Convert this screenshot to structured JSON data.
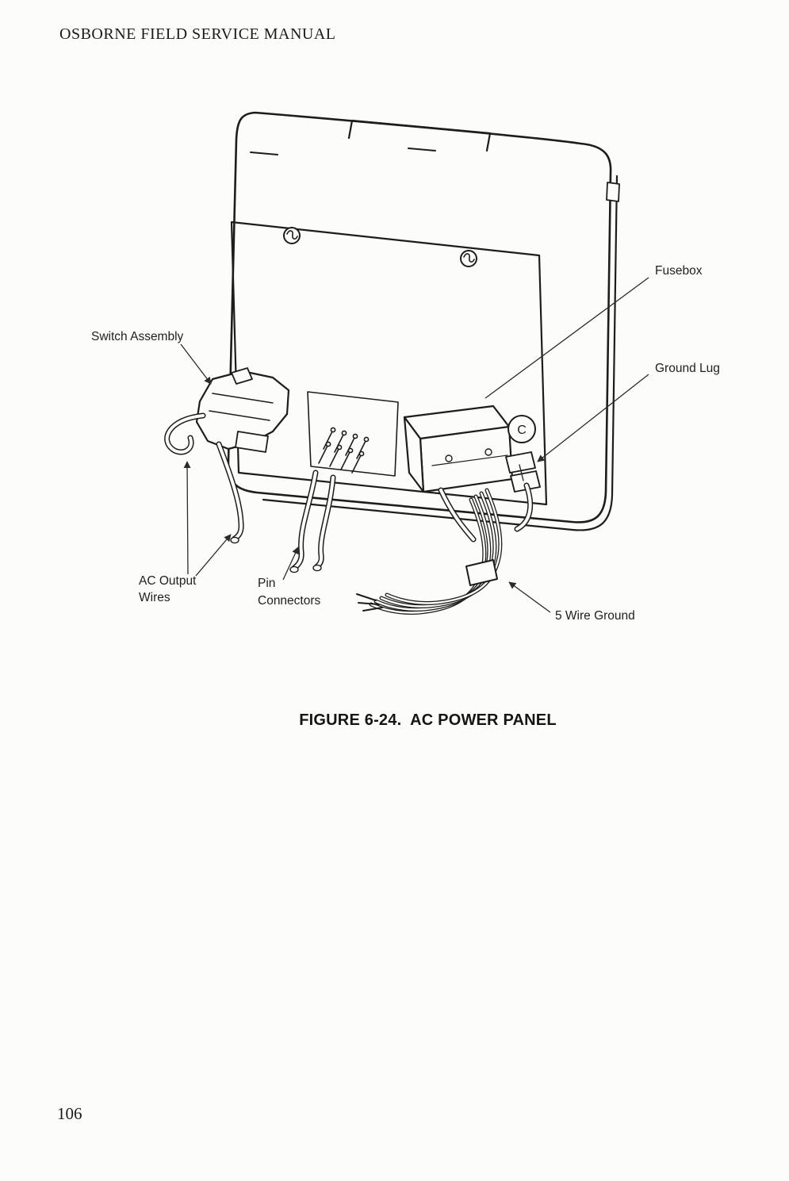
{
  "page": {
    "header_title": "OSBORNE FIELD SERVICE MANUAL",
    "page_number": "106",
    "paper_color": "#fcfcfa",
    "ink_color": "#1d1d1b"
  },
  "figure": {
    "caption": "FIGURE 6-24.  AC POWER PANEL",
    "panel_marking": "C",
    "labels": {
      "fusebox": "Fusebox",
      "switch_assembly": "Switch Assembly",
      "ground_lug": "Ground Lug",
      "ac_output_line1": "AC Output",
      "ac_output_line2": "Wires",
      "pin_connectors_line1": "Pin",
      "pin_connectors_line2": "Connectors",
      "five_wire_ground": "5 Wire Ground"
    }
  }
}
